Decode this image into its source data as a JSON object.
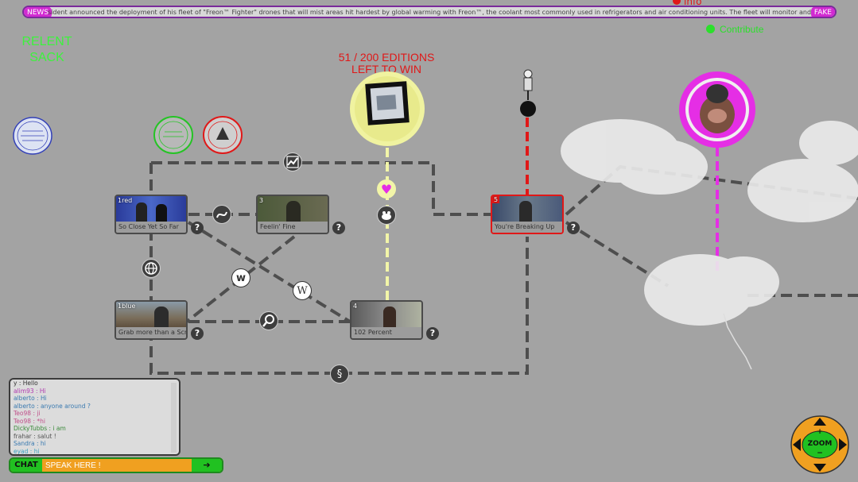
{
  "ticker": {
    "left_tag": "NEWS",
    "text": "sident announced the deployment of his fleet of \"Freon™ Fighter\" drones that will mist areas hit hardest by global warming with Freon™, the coolant most commonly used in refrigerators and air conditioning units. The fleet will monitor and interrogate suspected",
    "right_tag": "FAKE"
  },
  "team": {
    "line1": "RELENT",
    "line2": "SACK"
  },
  "editions": {
    "line1": "51 / 200 EDITIONS",
    "line2": "LEFT TO WIN"
  },
  "info_label": "info",
  "contribute_label": "Contribute",
  "nodes": [
    {
      "num": "1red",
      "caption": "So Close Yet So Far"
    },
    {
      "num": "3",
      "caption": "Feelin' Fine"
    },
    {
      "num": "1blue",
      "caption": "Grab more than a Screen"
    },
    {
      "num": "4",
      "caption": "102 Percent"
    },
    {
      "num": "5",
      "caption": "You're Breaking Up"
    }
  ],
  "help_glyph": "?",
  "hubs": {
    "chart": "chart-icon",
    "globe": "globe-icon",
    "wiki": "W",
    "w": "w",
    "search": "search-icon",
    "frog": "frog-icon",
    "s": "§",
    "heart": "♥"
  },
  "chat": {
    "messages": [
      {
        "user": "y",
        "text": "Hello",
        "color": "#333333"
      },
      {
        "user": "alim93",
        "text": "Hi",
        "color": "#b03ab0"
      },
      {
        "user": "alberto",
        "text": "Hi",
        "color": "#3a7ab0"
      },
      {
        "user": "alberto",
        "text": "anyone around ?",
        "color": "#3a7ab0"
      },
      {
        "user": "Teo98",
        "text": "ji",
        "color": "#c0508a"
      },
      {
        "user": "Teo98",
        "text": "*hi",
        "color": "#c0508a"
      },
      {
        "user": "DickyTubbs",
        "text": "i am",
        "color": "#3a8a3a"
      },
      {
        "user": "frahar",
        "text": "salut !",
        "color": "#555555"
      },
      {
        "user": "Sandra",
        "text": "hi",
        "color": "#3a7ab0"
      },
      {
        "user": "eyad",
        "text": "hi",
        "color": "#3aa0c0"
      }
    ],
    "label": "CHAT",
    "placeholder": "SPEAK HERE !",
    "send": "➔"
  },
  "zoom": {
    "label": "ZOOM",
    "plus": "+",
    "minus": "−"
  },
  "colors": {
    "bg": "#a3a3a3",
    "track": "#4e4e4e",
    "red": "#e01818",
    "magenta": "#e52ee5",
    "yellow": "#f2f5a8",
    "green": "#3df23d"
  }
}
